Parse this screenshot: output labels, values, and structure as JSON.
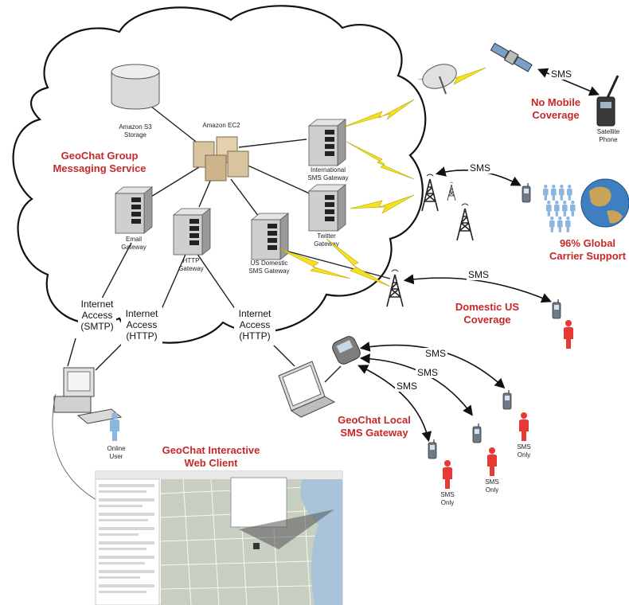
{
  "cloud": {
    "service_title_line1": "GeoChat Group",
    "service_title_line2": "Messaging Service"
  },
  "nodes": {
    "s3_line1": "Amazon S3",
    "s3_line2": "Storage",
    "ec2": "Amazon EC2",
    "intl_gw_line1": "International",
    "intl_gw_line2": "SMS Gateway",
    "email_gw_line1": "Email",
    "email_gw_line2": "Gateway",
    "http_gw_line1": "HTTP",
    "http_gw_line2": "Gateway",
    "us_gw_line1": "US Domestic",
    "us_gw_line2": "SMS Gateway",
    "twitter_gw_line1": "Twitter",
    "twitter_gw_line2": "Gateway",
    "sat_phone_line1": "Satellite",
    "sat_phone_line2": "Phone",
    "online_user_line1": "Online",
    "online_user_line2": "User"
  },
  "access": {
    "smtp_line1": "Internet",
    "smtp_line2": "Access",
    "smtp_line3": "(SMTP)",
    "http1_line1": "Internet",
    "http1_line2": "Access",
    "http1_line3": "(HTTP)",
    "http2_line1": "Internet",
    "http2_line2": "Access",
    "http2_line3": "(HTTP)"
  },
  "coverage": {
    "no_mobile_line1": "No Mobile",
    "no_mobile_line2": "Coverage",
    "global_line1": "96% Global",
    "global_line2": "Carrier Support",
    "domestic_line1": "Domestic US",
    "domestic_line2": "Coverage",
    "local_gw_line1": "GeoChat Local",
    "local_gw_line2": "SMS Gateway",
    "web_client_line1": "GeoChat Interactive",
    "web_client_line2": "Web Client"
  },
  "sms": {
    "label": "SMS",
    "only_line1": "SMS",
    "only_line2": "Only"
  },
  "colors": {
    "accent_red": "#c62828",
    "lightning": "#f5e11d",
    "server_gray": "#c9c9c9",
    "line": "#222222"
  }
}
